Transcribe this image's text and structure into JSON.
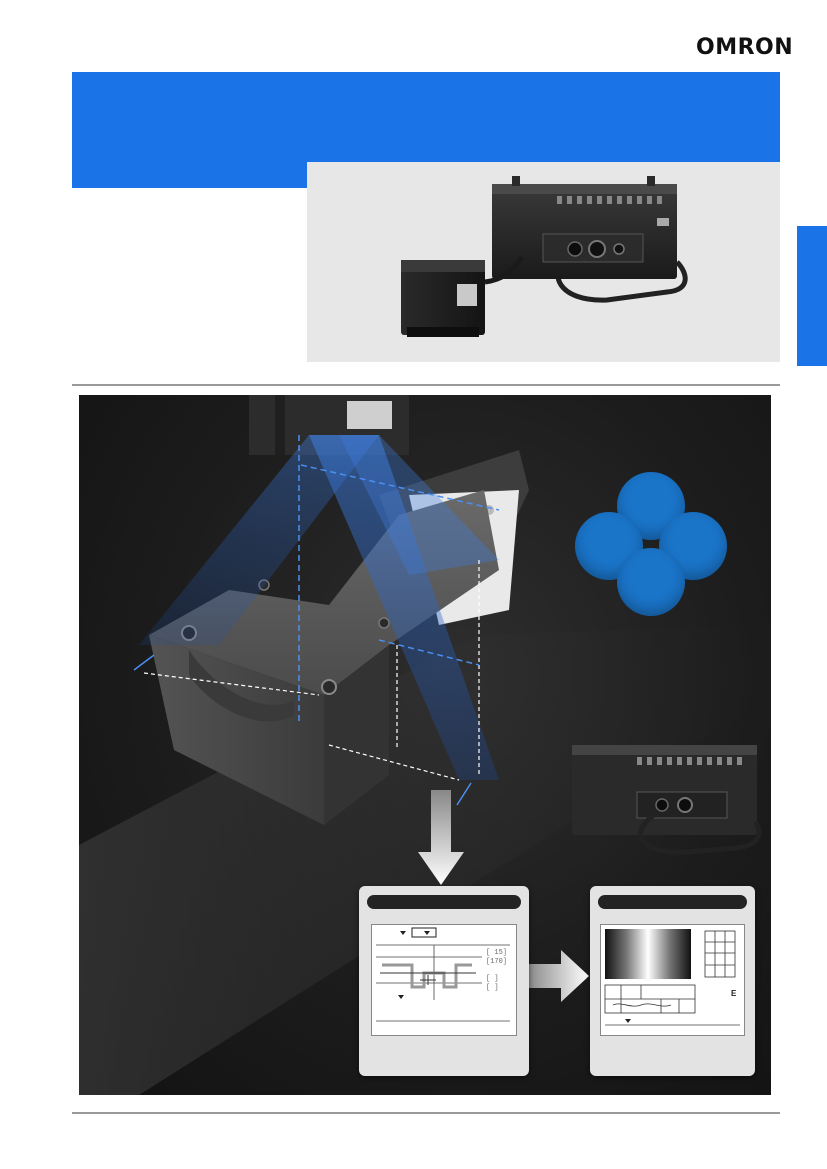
{
  "header": {
    "logo_text": "OMRON"
  },
  "colors": {
    "brand_blue": "#1a74e8",
    "petal_blue": "#1a74c8",
    "scene_dark": "#1c1c1c",
    "panel_gray": "#e7e7e7"
  },
  "icons": {
    "logo": "omron-logo",
    "product": "sensor-controller-photo",
    "flow_down": "arrow-down-icon",
    "flow_right": "arrow-right-icon"
  },
  "screen_left": {
    "readout_1": "[ 15]",
    "readout_2": "[170]",
    "readout_3": "[   ]",
    "readout_4": "[   ]"
  },
  "screen_right": {
    "mark": "E"
  }
}
